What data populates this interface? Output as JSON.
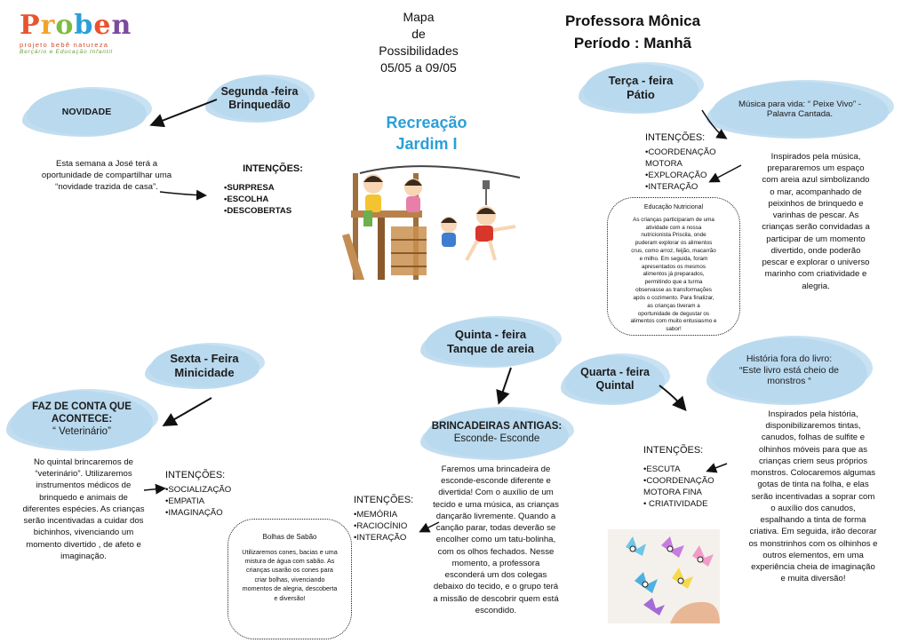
{
  "logo": {
    "word": "Proben",
    "line1": "projeto bebê natureza",
    "line2": "Berçário e Educação Infantil",
    "colors": [
      "#e8542e",
      "#f2a32a",
      "#7dbb42",
      "#2b9fd8",
      "#e8542e",
      "#7c4a9e"
    ]
  },
  "header": {
    "map_lines": [
      "Mapa",
      "de",
      "Possibilidades",
      "05/05 a 09/05"
    ],
    "teacher": "Professora Mônica",
    "period": "Período : Manhã"
  },
  "center": {
    "line1": "Recreação",
    "line2": "Jardim I",
    "color": "#2b9fd8"
  },
  "monday": {
    "day": [
      "Segunda -feira",
      "Brinquedão"
    ],
    "topic": "NOVIDADE",
    "text": [
      "Esta semana a José terá a",
      "oportunidade de compartilhar uma",
      "“novidade trazida de casa”."
    ],
    "intentions_label": "INTENÇÕES:",
    "intentions": [
      "•SURPRESA",
      "•ESCOLHA",
      "•DESCOBERTAS"
    ]
  },
  "tuesday": {
    "day": [
      "Terça - feira",
      "Pátio"
    ],
    "topic": [
      "Música para vida: “ Peixe Vivo” -",
      "Palavra Cantada."
    ],
    "intentions_label": "INTENÇÕES:",
    "intentions": [
      "•COORDENAÇÃO",
      "MOTORA",
      "•EXPLORAÇÃO",
      "•INTERAÇÃO"
    ],
    "text": [
      "Inspirados pela música,",
      "prepararemos um espaço",
      "com areia azul simbolizando",
      "o mar, acompanhado de",
      "peixinhos de brinquedo e",
      "varinhas de pescar. As",
      "crianças serão convidadas a",
      "participar de um momento",
      "divertido, onde poderão",
      "pescar e explorar o universo",
      "marinho com criatividade e",
      "alegria."
    ],
    "box_title": "Educação Nutricional",
    "box_text": [
      "As crianças participaram de uma",
      "atividade com a nossa",
      "nutricionista Priscila, onde",
      "puderam explorar os alimentos",
      "crus, como arroz, feijão, macarrão",
      "e milho. Em seguida, foram",
      "apresentados os mesmos",
      "alimentos já preparados,",
      "permitindo que a turma",
      "observasse as transformações",
      "após o cozimento. Para finalizar,",
      "as crianças tiveram a",
      "oportunidade de degustar os",
      "alimentos com muito entusiasmo e",
      "sabor!"
    ]
  },
  "wednesday": {
    "day": [
      "Quarta - feira",
      "Quintal"
    ],
    "topic": [
      "História fora do livro:",
      "“Este livro está cheio de",
      "monstros “"
    ],
    "intentions_label": "INTENÇÕES:",
    "intentions": [
      "•ESCUTA",
      "•COORDENAÇÃO",
      "MOTORA FINA",
      "• CRIATIVIDADE"
    ],
    "text": [
      "Inspirados pela história,",
      "disponibilizaremos tintas,",
      "canudos, folhas de sulfite e",
      "olhinhos móveis para que as",
      "crianças criem seus próprios",
      "monstros. Colocaremos algumas",
      "gotas de tinta na folha, e elas",
      "serão incentivadas a soprar com",
      "o auxílio dos canudos,",
      "espalhando a tinta de forma",
      "criativa. Em seguida, irão decorar",
      "os monstrinhos com os olhinhos e",
      "outros elementos, em uma",
      "experiência cheia de imaginação",
      "e muita diversão!"
    ]
  },
  "thursday": {
    "day": [
      "Quinta - feira",
      "Tanque de areia"
    ],
    "topic": [
      "BRINCADEIRAS ANTIGAS:",
      "Esconde- Esconde"
    ],
    "intentions_label": "INTENÇÕES:",
    "intentions": [
      "•MEMÓRIA",
      "•RACIOCÍNIO",
      "•INTERAÇÃO"
    ],
    "text": [
      "Faremos uma brincadeira de",
      "esconde-esconde diferente e",
      "divertida! Com o auxílio de um",
      "tecido e uma música, as crianças",
      "dançarão livremente. Quando a",
      "canção parar, todas deverão se",
      "encolher como um tatu-bolinha,",
      "com os olhos fechados. Nesse",
      "momento, a professora",
      "esconderá um dos colegas",
      "debaixo do tecido, e o grupo terá",
      "a missão de descobrir quem está",
      "escondido."
    ],
    "box_title": "Bolhas de Sabão",
    "box_text": [
      "Utilizaremos cones, bacias e uma",
      "mistura de água com sabão. As",
      "crianças usarão os cones para",
      "criar bolhas, vivenciando",
      "momentos de alegria, descoberta",
      "e diversão!"
    ]
  },
  "friday": {
    "day": [
      "Sexta - Feira",
      "Minicidade"
    ],
    "topic": [
      "FAZ DE CONTA QUE",
      "ACONTECE:",
      "“ Veterinário”"
    ],
    "intentions_label": "INTENÇÕES:",
    "intentions": [
      "•SOCIALIZAÇÃO",
      "•EMPATIA",
      "•IMAGINAÇÃO"
    ],
    "text": [
      "No quintal brincaremos de",
      "“veterinário”. Utilizaremos",
      "instrumentos médicos de",
      "brinquedo e animais de",
      "diferentes espécies. As crianças",
      "serão incentivadas a cuidar dos",
      "bichinhos, vivenciando um",
      "momento divertido , de afeto e",
      "imaginação."
    ]
  }
}
